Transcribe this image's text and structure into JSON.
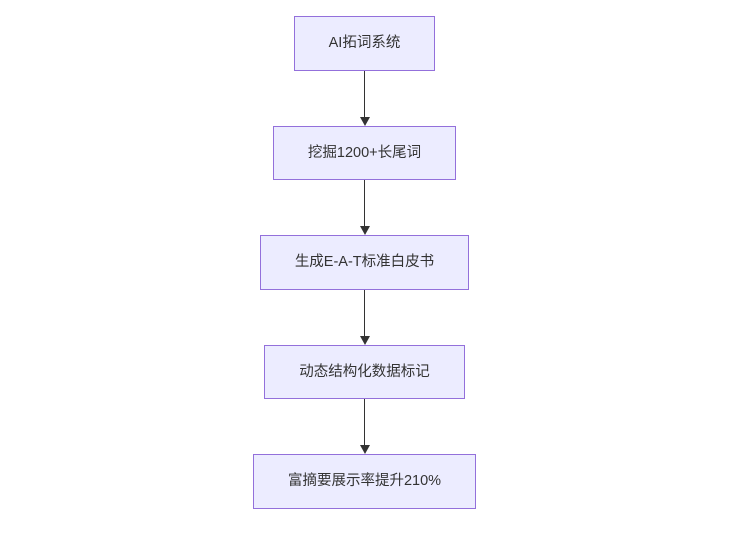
{
  "flowchart": {
    "type": "vertical-flow",
    "direction": "top-down",
    "nodes": [
      {
        "id": "node-1",
        "label": "AI拓词系统"
      },
      {
        "id": "node-2",
        "label": "挖掘1200+长尾词"
      },
      {
        "id": "node-3",
        "label": "生成E-A-T标准白皮书"
      },
      {
        "id": "node-4",
        "label": "动态结构化数据标记"
      },
      {
        "id": "node-5",
        "label": "富摘要展示率提升210%"
      }
    ],
    "edges": [
      {
        "from": "node-1",
        "to": "node-2"
      },
      {
        "from": "node-2",
        "to": "node-3"
      },
      {
        "from": "node-3",
        "to": "node-4"
      },
      {
        "from": "node-4",
        "to": "node-5"
      }
    ],
    "colors": {
      "node_fill": "#ECECFF",
      "node_border": "#9370DB",
      "text": "#333333",
      "arrow": "#333333",
      "background": "#FFFFFF"
    }
  }
}
